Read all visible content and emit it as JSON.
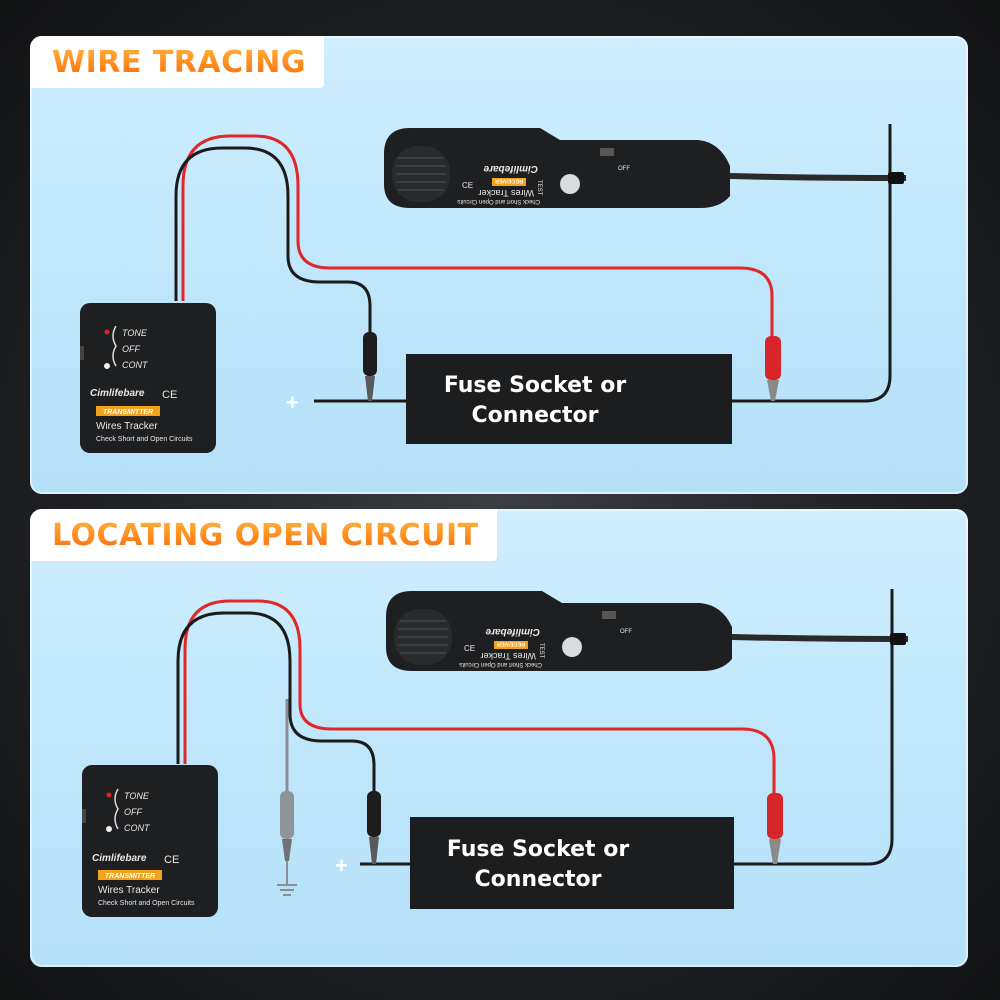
{
  "panels": [
    {
      "title": "WIRE TRACING",
      "transmitter": {
        "switch_positions": [
          "TONE",
          "OFF",
          "CONT"
        ],
        "brand": "Cimlifebare",
        "ce_mark": "CE",
        "tag": "TRANSMITTER",
        "name": "Wires Tracker",
        "subtitle": "Check Short and Open Circuits"
      },
      "receiver": {
        "brand": "Cimlifebare",
        "tag": "RECEIVER",
        "name": "Wires Tracker",
        "subtitle": "Check Short and Open Circuits",
        "button_label": "TEST",
        "switch_label": "OFF",
        "ce_mark": "CE"
      },
      "fuse_box": {
        "line1": "Fuse Socket or",
        "line2": "Connector"
      },
      "plus_sign": "+"
    },
    {
      "title": "LOCATING OPEN CIRCUIT",
      "transmitter": {
        "switch_positions": [
          "TONE",
          "OFF",
          "CONT"
        ],
        "brand": "Cimlifebare",
        "ce_mark": "CE",
        "tag": "TRANSMITTER",
        "name": "Wires Tracker",
        "subtitle": "Check Short and Open Circuits"
      },
      "receiver": {
        "brand": "Cimlifebare",
        "tag": "RECEIVER",
        "name": "Wires Tracker",
        "subtitle": "Check Short and Open Circuits",
        "button_label": "TEST",
        "switch_label": "OFF",
        "ce_mark": "CE"
      },
      "fuse_box": {
        "line1": "Fuse Socket or",
        "line2": "Connector"
      },
      "plus_sign": "+"
    }
  ],
  "colors": {
    "title_orange": "#ff8a1e",
    "wire_red": "#e0282a",
    "wire_black": "#1b1b1b",
    "ground_wire": "#8a8f93",
    "device_body": "#1e1f21",
    "tag_yellow": "#f5a21b"
  }
}
